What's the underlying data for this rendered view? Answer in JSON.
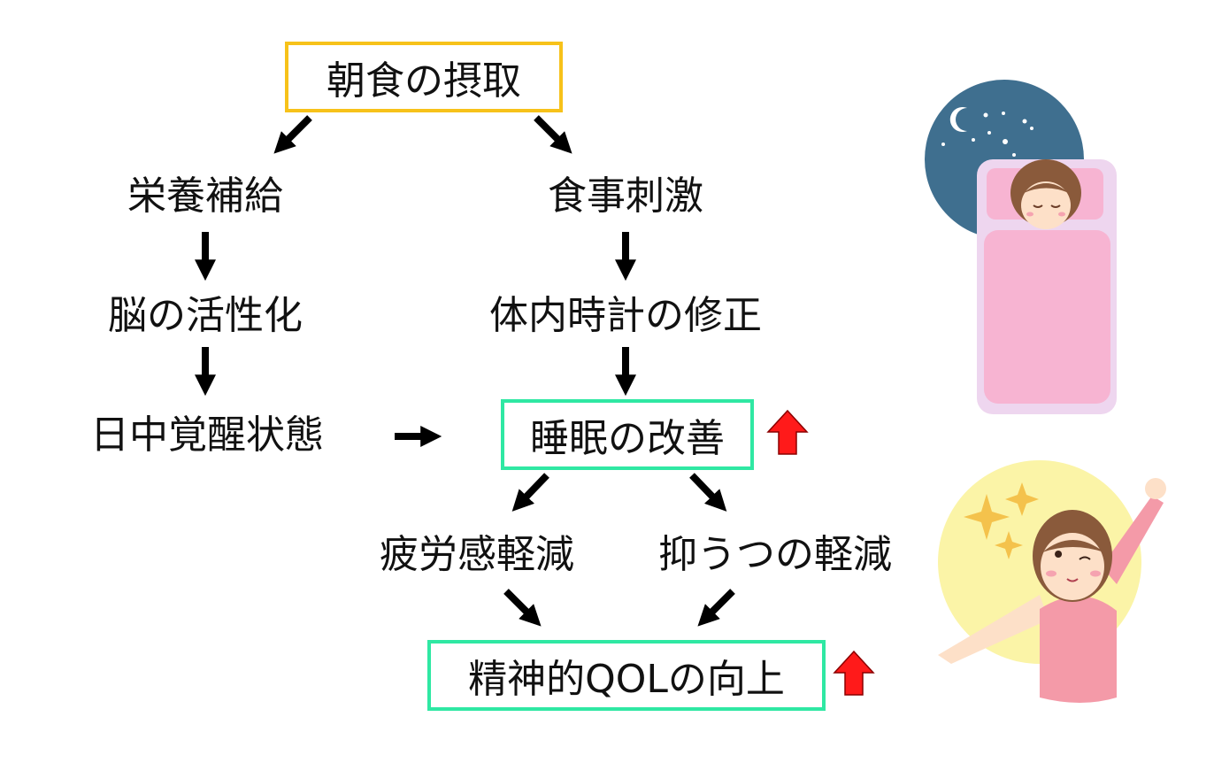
{
  "diagram": {
    "top": "朝食の摂取",
    "left_chain": [
      "栄養補給",
      "脳の活性化",
      "日中覚醒状態"
    ],
    "right_chain": [
      "食事刺激",
      "体内時計の修正"
    ],
    "sleep": "睡眠の改善",
    "effects": [
      "疲労感軽減",
      "抑うつの軽減"
    ],
    "outcome": "精神的QOLの向上"
  },
  "colors": {
    "box_top": "#f7c21a",
    "box_result": "#2fe8a3",
    "up_arrow": "#ff1a1a",
    "arrow": "#000000"
  },
  "illustrations": [
    "sleeping-woman-night",
    "waking-woman-morning"
  ]
}
